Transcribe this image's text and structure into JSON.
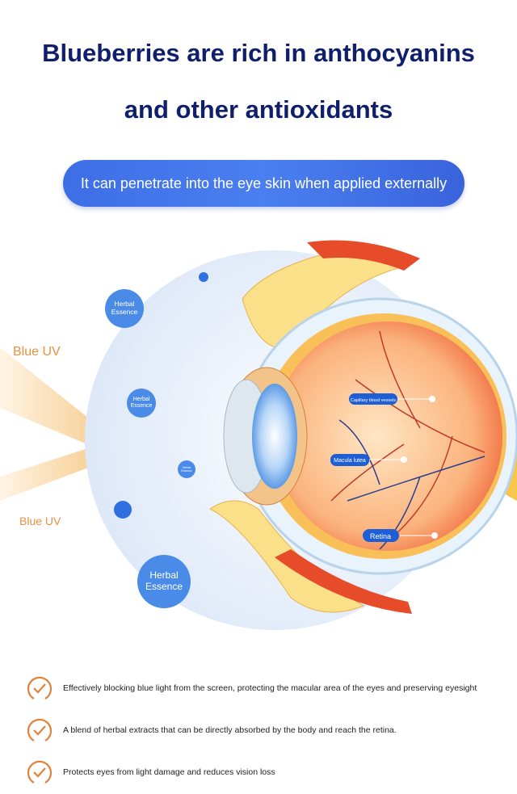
{
  "header": {
    "title_line1": "Blueberries are rich in anthocyanins",
    "title_line2": "and other antioxidants",
    "subtitle_pill": "It can penetrate into the eye skin when applied externally"
  },
  "diagram": {
    "beam_labels": [
      "Blue UV",
      "Blue UV"
    ],
    "essence_labels": [
      "Herbal Essence",
      "Herbal Essence",
      "Herbal Essence",
      "Herbal Essence"
    ],
    "eye_labels": {
      "capillary": "Capillary blood vessels",
      "macula": "Macula lutea",
      "retina": "Retina"
    },
    "colors": {
      "title": "#0f1f6b",
      "accent_blue": "#3d6ee6",
      "accent_orange": "#e0823a"
    }
  },
  "benefits": [
    {
      "icon": "check-circle-icon",
      "text": "Effectively blocking blue light from the screen, protecting the macular area of the eyes and preserving eyesight"
    },
    {
      "icon": "check-circle-icon",
      "text": "A blend of herbal extracts that can be directly absorbed by the body and reach the retina."
    },
    {
      "icon": "check-circle-icon",
      "text": "Protects eyes from light damage and reduces vision loss"
    }
  ]
}
